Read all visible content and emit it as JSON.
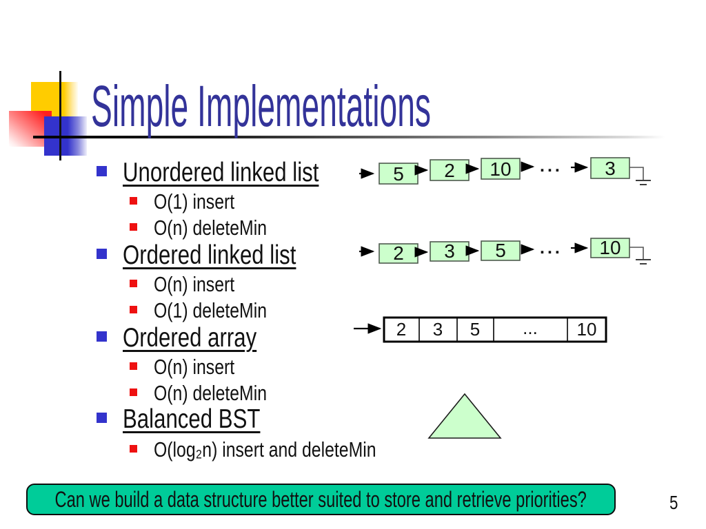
{
  "slide": {
    "title": "Simple Implementations",
    "page_number": "5",
    "question": "Can we build a data structure better suited to store and retrieve priorities?"
  },
  "outline": {
    "items": [
      {
        "level": 1,
        "label": "Unordered linked list"
      },
      {
        "level": 2,
        "label": "O(1) insert"
      },
      {
        "level": 2,
        "label": "O(n) deleteMin"
      },
      {
        "level": 1,
        "label": "Ordered linked list"
      },
      {
        "level": 2,
        "label": "O(n) insert"
      },
      {
        "level": 2,
        "label": "O(1) deleteMin"
      },
      {
        "level": 1,
        "label": "Ordered array"
      },
      {
        "level": 2,
        "label": "O(n) insert"
      },
      {
        "level": 2,
        "label": "O(n) deleteMin"
      },
      {
        "level": 1,
        "label": "Balanced BST"
      },
      {
        "level": 2,
        "label": "O(log₂n) insert and deleteMin"
      }
    ]
  },
  "diagrams": {
    "unordered_linked_list": {
      "nodes": [
        "5",
        "2",
        "10"
      ],
      "ellipsis": "...",
      "tail_node": "3"
    },
    "ordered_linked_list": {
      "nodes": [
        "2",
        "3",
        "5"
      ],
      "ellipsis": "...",
      "tail_node": "10"
    },
    "ordered_array": {
      "cells": [
        "2",
        "3",
        "5",
        "...",
        "10"
      ]
    }
  },
  "icons": {
    "bullet_level1": "blue-square",
    "bullet_level2": "red-square",
    "pointer": "right-arrow",
    "list_terminator": "ground-null-symbol",
    "balanced_bst": "green-triangle"
  },
  "colors": {
    "title_text": "#333399",
    "bullet_level1": "#3333cc",
    "bullet_level2": "#ee1111",
    "node_fill": "#ccffcc",
    "node_border": "#4d594d",
    "question_fill": "#00cc99",
    "decor_yellow": "#ffcc00",
    "decor_red": "#ff2222",
    "decor_blue": "#3333cc"
  }
}
